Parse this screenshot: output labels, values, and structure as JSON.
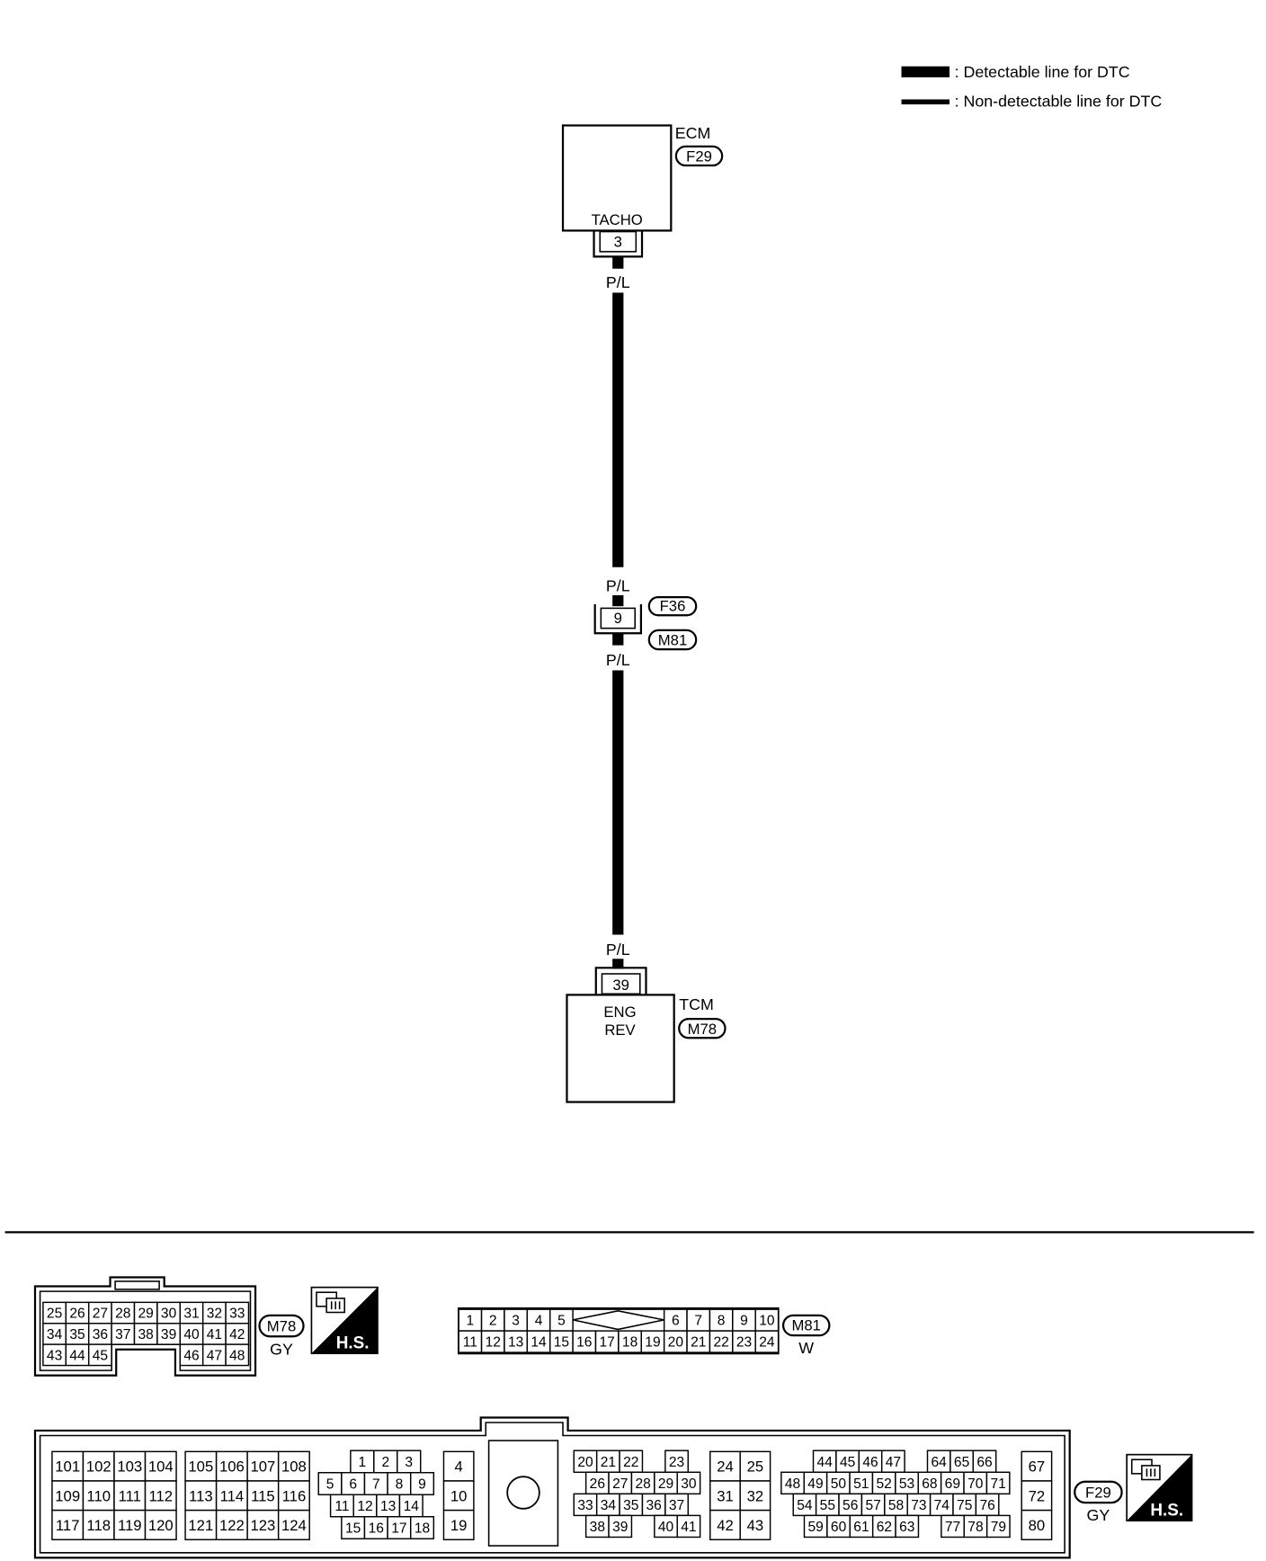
{
  "legend": {
    "detectable": ": Detectable line for DTC",
    "non_detectable": ": Non-detectable line for DTC"
  },
  "ecm": {
    "name": "ECM",
    "connector": "F29",
    "terminal": "TACHO",
    "pin": "3"
  },
  "wire_labels": [
    "P/L",
    "P/L",
    "P/L",
    "P/L"
  ],
  "joint_connector": {
    "pin": "9",
    "upper_id": "F36",
    "lower_id": "M81"
  },
  "tcm": {
    "name": "TCM",
    "connector": "M78",
    "terminal_line1": "ENG",
    "terminal_line2": "REV",
    "pin": "39"
  },
  "connectors": {
    "m78": {
      "id": "M78",
      "color": "GY",
      "hs_label": "H.S.",
      "icon": "harness-side-connector-icon",
      "groups": [
        {
          "rows": [
            [
              "25",
              "26",
              "27",
              "28",
              "29",
              "30",
              "31",
              "32",
              "33"
            ],
            [
              "34",
              "35",
              "36",
              "37",
              "38",
              "39",
              "40",
              "41",
              "42"
            ],
            [
              "43",
              "44",
              "45",
              null,
              null,
              null,
              "46",
              "47",
              "48"
            ]
          ]
        }
      ]
    },
    "m81": {
      "id": "M81",
      "color": "W",
      "groups": [
        {
          "rows": [
            [
              "1",
              "2",
              "3",
              "4",
              "5",
              null,
              null,
              null,
              null,
              "6",
              "7",
              "8",
              "9",
              "10"
            ],
            [
              "11",
              "12",
              "13",
              "14",
              "15",
              "16",
              "17",
              "18",
              "19",
              "20",
              "21",
              "22",
              "23",
              "24"
            ]
          ]
        }
      ]
    },
    "f29": {
      "id": "F29",
      "color": "GY",
      "hs_label": "H.S.",
      "icon": "harness-side-connector-icon",
      "groups": [
        {
          "rows": [
            [
              "101",
              "102",
              "103",
              "104"
            ],
            [
              "109",
              "110",
              "111",
              "112"
            ],
            [
              "117",
              "118",
              "119",
              "120"
            ]
          ]
        },
        {
          "rows": [
            [
              "105",
              "106",
              "107",
              "108"
            ],
            [
              "113",
              "114",
              "115",
              "116"
            ],
            [
              "121",
              "122",
              "123",
              "124"
            ]
          ]
        },
        {
          "rows": [
            [
              "1",
              "2",
              "3"
            ],
            [
              "5",
              "6",
              "7",
              "8",
              "9"
            ],
            [
              "11",
              "12",
              "13",
              "14"
            ],
            [
              "15",
              "16",
              "17",
              "18"
            ]
          ]
        },
        {
          "rows": [
            [
              "4"
            ],
            [
              "10"
            ],
            [
              "19"
            ]
          ]
        },
        {
          "rows": [
            [
              "20",
              "21",
              "22",
              null,
              "23"
            ],
            [
              "26",
              "27",
              "28",
              "29",
              "30"
            ],
            [
              "33",
              "34",
              "35",
              "36",
              "37"
            ],
            [
              "38",
              "39",
              null,
              "40",
              "41"
            ]
          ]
        },
        {
          "rows": [
            [
              "24",
              "25"
            ],
            [
              "31",
              "32"
            ],
            [
              "42",
              "43"
            ]
          ]
        },
        {
          "rows": [
            [
              "44",
              "45",
              "46",
              "47",
              null,
              "64",
              "65",
              "66"
            ],
            [
              "48",
              "49",
              "50",
              "51",
              "52",
              "53",
              "68",
              "69",
              "70",
              "71"
            ],
            [
              "54",
              "55",
              "56",
              "57",
              "58",
              "73",
              "74",
              "75",
              "76"
            ],
            [
              "59",
              "60",
              "61",
              "62",
              "63",
              null,
              "77",
              "78",
              "79"
            ]
          ]
        },
        {
          "rows": [
            [
              "67"
            ],
            [
              "72"
            ],
            [
              "80"
            ]
          ]
        }
      ]
    }
  },
  "colors": {
    "line": "#000000",
    "background": "#ffffff",
    "hs_fill": "#000000"
  }
}
